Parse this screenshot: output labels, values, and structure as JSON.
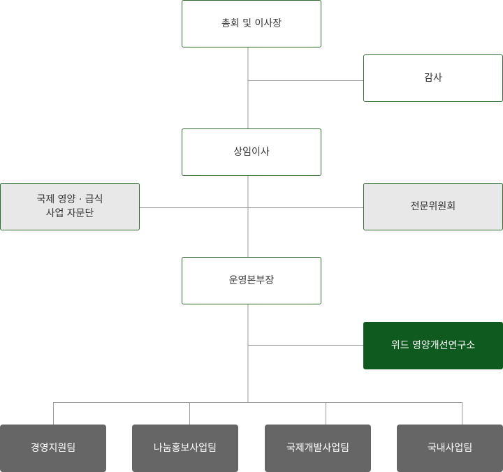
{
  "org": {
    "general_assembly": "총회 및 이사장",
    "auditor": "감사",
    "standing_director": "상임이사",
    "advisory_group": [
      "국제 영양 · 급식",
      "사업 자문단"
    ],
    "expert_committee": "전문위원회",
    "operations_head": "운영본부장",
    "research_institute": "위드 영양개선연구소",
    "teams": [
      "경영지원팀",
      "나눔홍보사업팀",
      "국제개발사업팀",
      "국내사업팀"
    ]
  },
  "colors": {
    "accent_green": "#0f5a1f",
    "border_green": "#2f6b2f",
    "team_gray": "#666666",
    "panel_gray": "#e8e8e8",
    "connector": "#999999"
  }
}
